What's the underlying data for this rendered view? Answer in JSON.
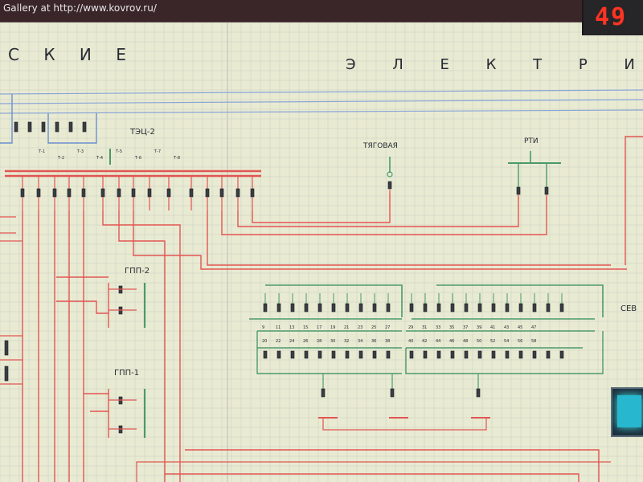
{
  "watermark": "Gallery at http://www.kovrov.ru/",
  "counter": {
    "value": "49"
  },
  "headers": {
    "left": "С К И Е",
    "right": "Э Л Е К Т Р И Ч"
  },
  "substations": {
    "tec": "ТЭЦ-2",
    "traction": "ТЯГОВАЯ",
    "rti": "РТИ",
    "gpp2": "ГПП-2",
    "gpp1": "ГПП-1",
    "sev": "СЕВ"
  },
  "tec_labels": [
    "Т-1",
    "Т-2",
    "Т-3",
    "Т-4",
    "Т-5",
    "Т-6",
    "Т-7",
    "Т-8"
  ],
  "bay_numbers_top": [
    "9",
    "11",
    "13",
    "15",
    "17",
    "19",
    "21",
    "23",
    "25",
    "27",
    "29",
    "31",
    "33",
    "35",
    "37",
    "39",
    "41",
    "43",
    "45",
    "47"
  ],
  "bay_numbers_bottom": [
    "20",
    "22",
    "24",
    "26",
    "28",
    "30",
    "32",
    "34",
    "36",
    "38",
    "40",
    "42",
    "44",
    "46",
    "48",
    "50",
    "52",
    "54",
    "56",
    "58"
  ],
  "colors": {
    "board": "#e9ead2",
    "grid": "#c7cfc0",
    "red": "#e25552",
    "blue": "#6a8fd0",
    "green": "#4a9a6a",
    "text": "#262a33"
  }
}
